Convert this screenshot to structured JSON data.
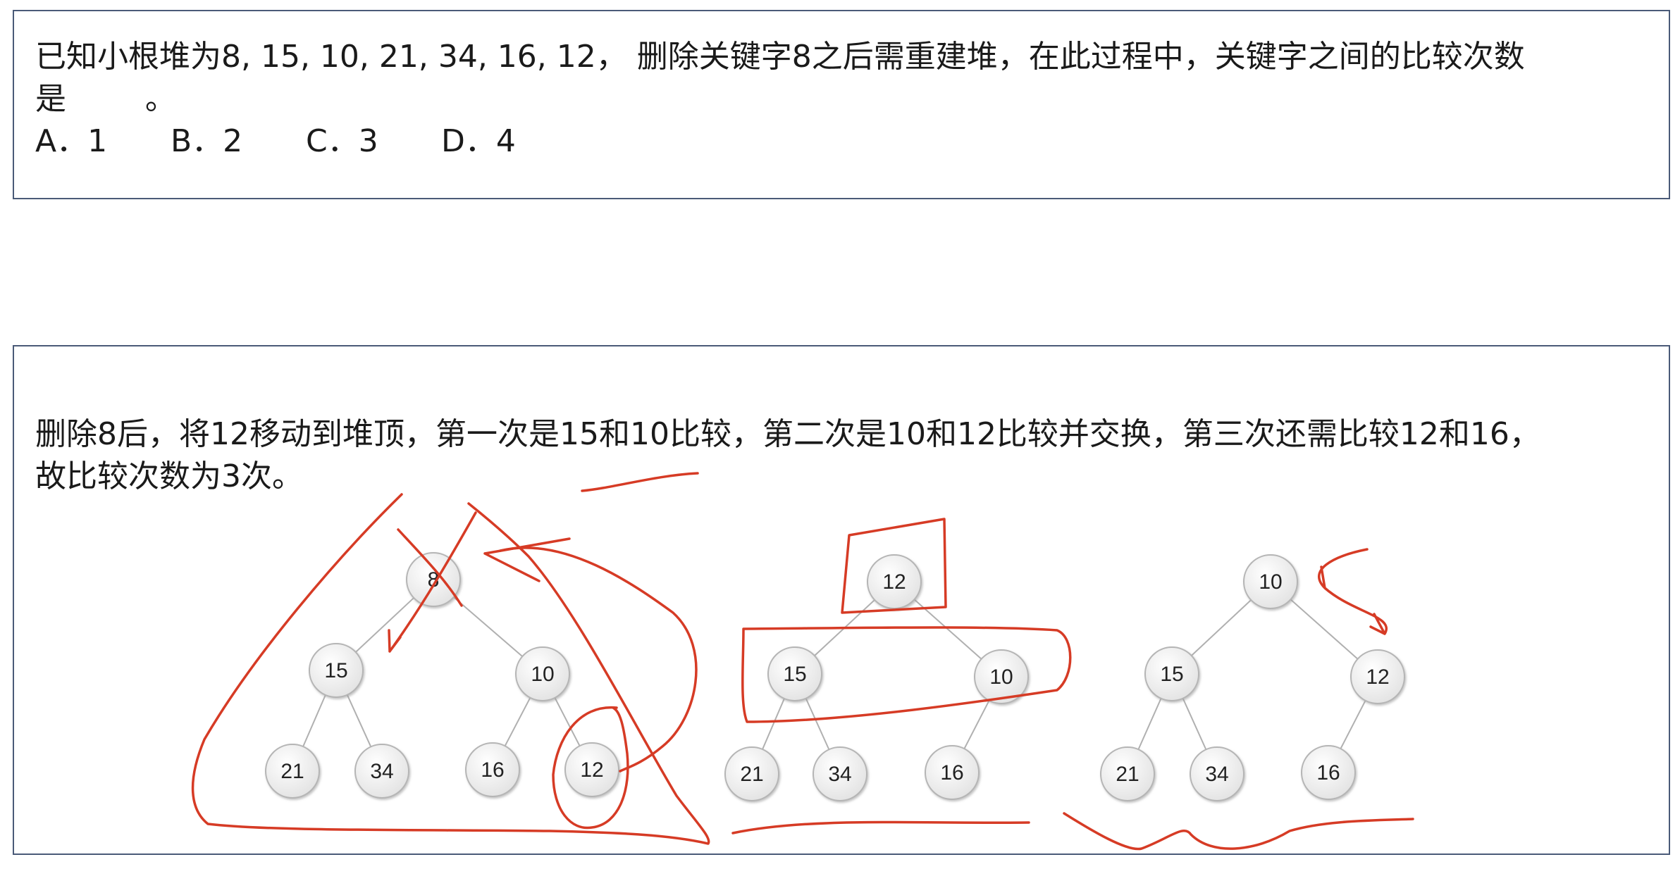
{
  "question": {
    "line1": "已知小根堆为8, 15, 10, 21, 34, 16, 12， 删除关键字8之后需重建堆，在此过程中，关键字之间的比较次数",
    "line2": "是        。",
    "options": [
      "A．1",
      "B．2",
      "C．3",
      "D．4"
    ]
  },
  "answer": {
    "line1": "删除8后，将12移动到堆顶，第一次是15和10比较，第二次是10和12比较并交换，第三次还需比较12和16，",
    "line2": "故比较次数为3次。"
  },
  "trees": [
    {
      "id": "tree-original",
      "nodes": [
        "8",
        "15",
        "10",
        "21",
        "34",
        "16",
        "12"
      ]
    },
    {
      "id": "tree-step1",
      "nodes": [
        "12",
        "15",
        "10",
        "21",
        "34",
        "16"
      ]
    },
    {
      "id": "tree-final",
      "nodes": [
        "10",
        "15",
        "12",
        "21",
        "34",
        "16"
      ]
    }
  ],
  "colors": {
    "border": "#4a5a78",
    "node_fill": "#eeeeee",
    "node_stroke": "#b5b5b5",
    "edge": "#b0b0b0",
    "annotation": "#d63b25"
  }
}
